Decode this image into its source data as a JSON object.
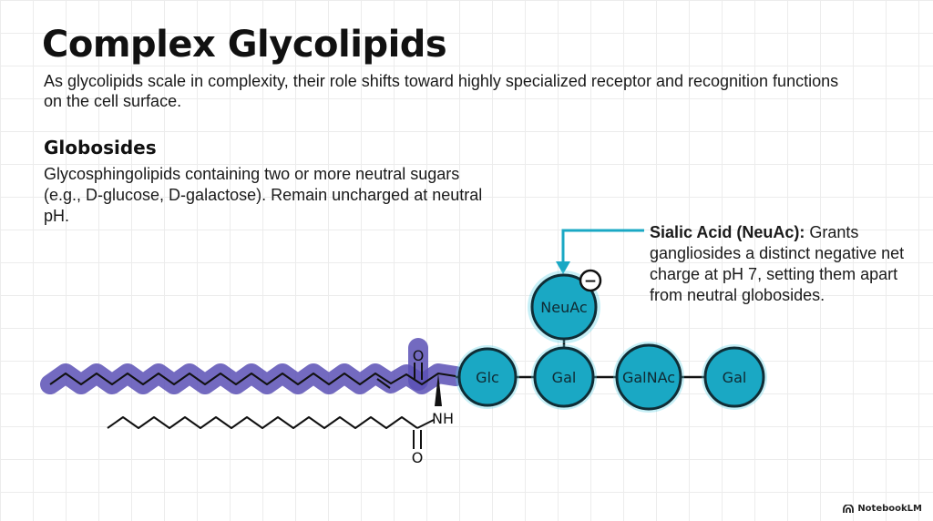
{
  "header": {
    "title": "Complex Glycolipids",
    "subtitle": "As glycolipids scale in complexity, their role shifts toward highly specialized receptor and recognition functions on the cell surface."
  },
  "globosides": {
    "heading": "Globosides",
    "text": "Glycosphingolipids containing two or more neutral sugars (e.g., D-glucose, D-galactose). Remain uncharged at neutral pH."
  },
  "callout": {
    "label": "Sialic Acid (NeuAc):",
    "text": "Grants gangliosides a distinct negative net charge at pH 7, setting them apart from neutral globosides."
  },
  "molecule": {
    "sugars": {
      "glc": "Glc",
      "gal1": "Gal",
      "galnac": "GalNAc",
      "gal2": "Gal",
      "neuac": "NeuAc"
    },
    "charge": "−",
    "atoms": {
      "carbonyl_o_top": "O",
      "nh": "NH",
      "carbonyl_o_bottom": "O"
    }
  },
  "brand": {
    "name": "NotebookLM"
  },
  "colors": {
    "sugar_fill": "#1aa8c4",
    "sugar_stroke": "#0f2d36",
    "sugar_glow": "#5fd4e8",
    "sphingosine_highlight": "#5b50b5",
    "arrow": "#1aa8c4"
  }
}
